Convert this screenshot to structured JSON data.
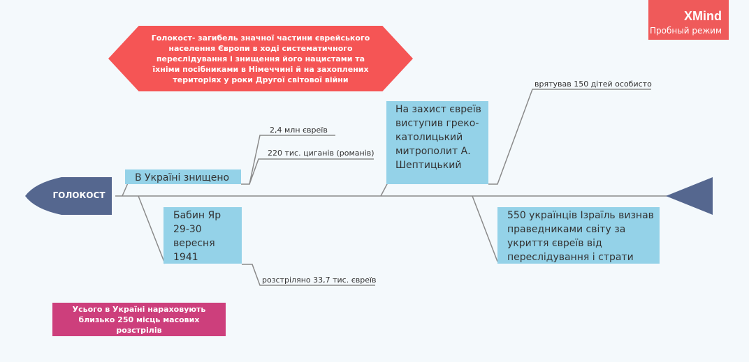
{
  "badge": {
    "brand": "XMind",
    "mode": "Пробный режим"
  },
  "definition": "Голокост- загибель значної частини єврейського населення Європи в ході систематичного переслідування і знищення його нацистами та їхніми посібниками в Німеччині й на захоплених територіях у роки Другої світової війни",
  "central": "ГОЛОКОСТ",
  "topics": {
    "ukraine": {
      "label": "В Україні знищено",
      "subs": [
        "2,4 млн євреїв",
        "220 тис. циганів (романів)"
      ]
    },
    "babyn": {
      "label": "Бабин Яр 29-30 вересня 1941",
      "subs": [
        "розстріляно 33,7 тис. євреїв"
      ]
    },
    "sheptytsky": {
      "label": "На захист євреїв виступив греко-католицький митрополит А. Шептицький",
      "subs": [
        "врятував 150 дітей особисто"
      ]
    },
    "righteous": {
      "label": "550 українців Ізраїль визнав праведниками світу за укриття євреїв від переслідування і страти"
    }
  },
  "note": "Усього в Україні нараховують близько 250 місць масових розстрілів",
  "colors": {
    "spine": "#8a8a8a",
    "fish": "#55678f",
    "topic_fill": "#94d2e8",
    "definition_fill": "#f55555",
    "note_fill": "#cd3f7c",
    "badge_fill": "#ef5a5a"
  }
}
